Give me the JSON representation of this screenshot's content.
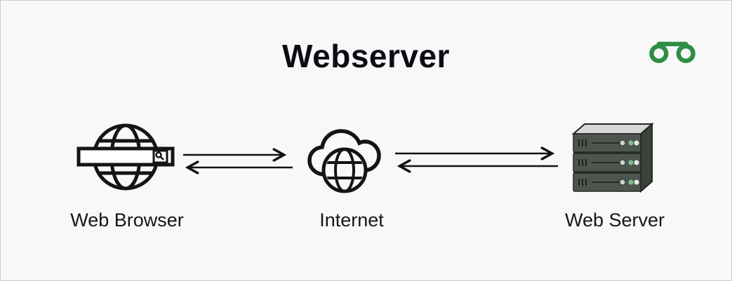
{
  "page": {
    "title": "Webserver",
    "background_color": "#f8f8f8",
    "border_color": "#cccccc",
    "text_color": "#161616"
  },
  "brand": {
    "logo": "geeksforgeeks-logo",
    "color": "#2f8d46"
  },
  "diagram": {
    "stroke_color": "#141414",
    "nodes": [
      {
        "id": "web-browser",
        "label": "Web Browser",
        "icon": "globe-search-browser-icon"
      },
      {
        "id": "internet",
        "label": "Internet",
        "icon": "cloud-globe-icon"
      },
      {
        "id": "web-server",
        "label": "Web Server",
        "icon": "server-rack-icon"
      }
    ],
    "connections": [
      {
        "from": "Web Browser",
        "to": "Internet",
        "direction": "bidirectional"
      },
      {
        "from": "Internet",
        "to": "Web Server",
        "direction": "bidirectional"
      }
    ],
    "server_colors": {
      "body": "#4d564e",
      "top_face": "#d6d6d6",
      "side_face": "#3b423c",
      "led_green": "#7cc08c",
      "led_light": "#e8eae8"
    }
  }
}
